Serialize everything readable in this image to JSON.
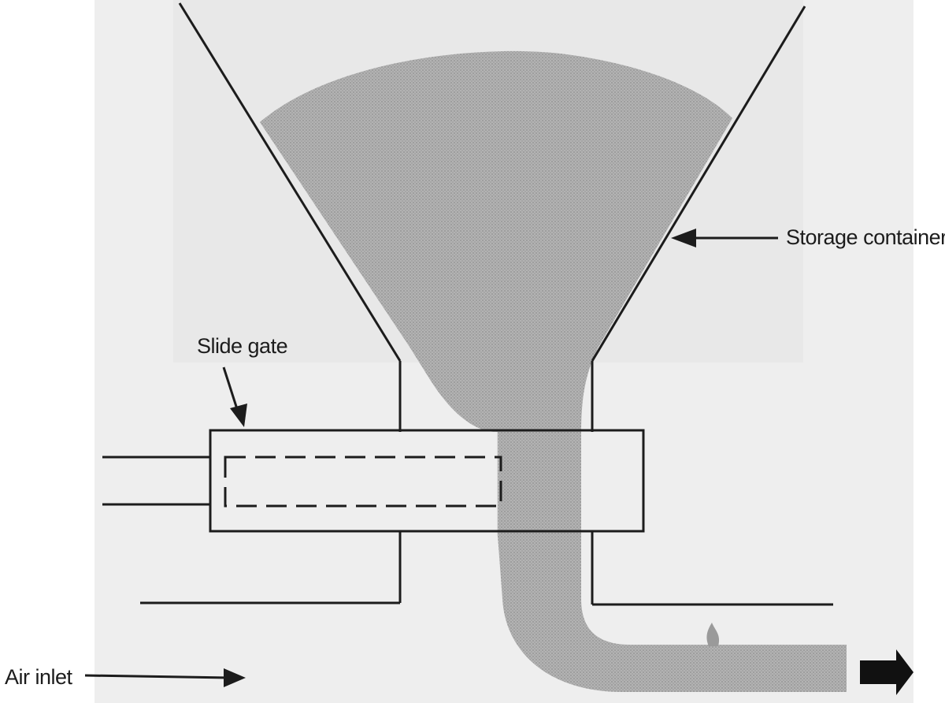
{
  "labels": {
    "storage_container": "Storage container",
    "slide_gate": "Slide gate",
    "air_inlet": "Air inlet"
  },
  "colors": {
    "line": "#1c1c1c",
    "material": "#a9a9a9",
    "background_panel": "#ececec",
    "outlet_arrow": "#111111"
  }
}
